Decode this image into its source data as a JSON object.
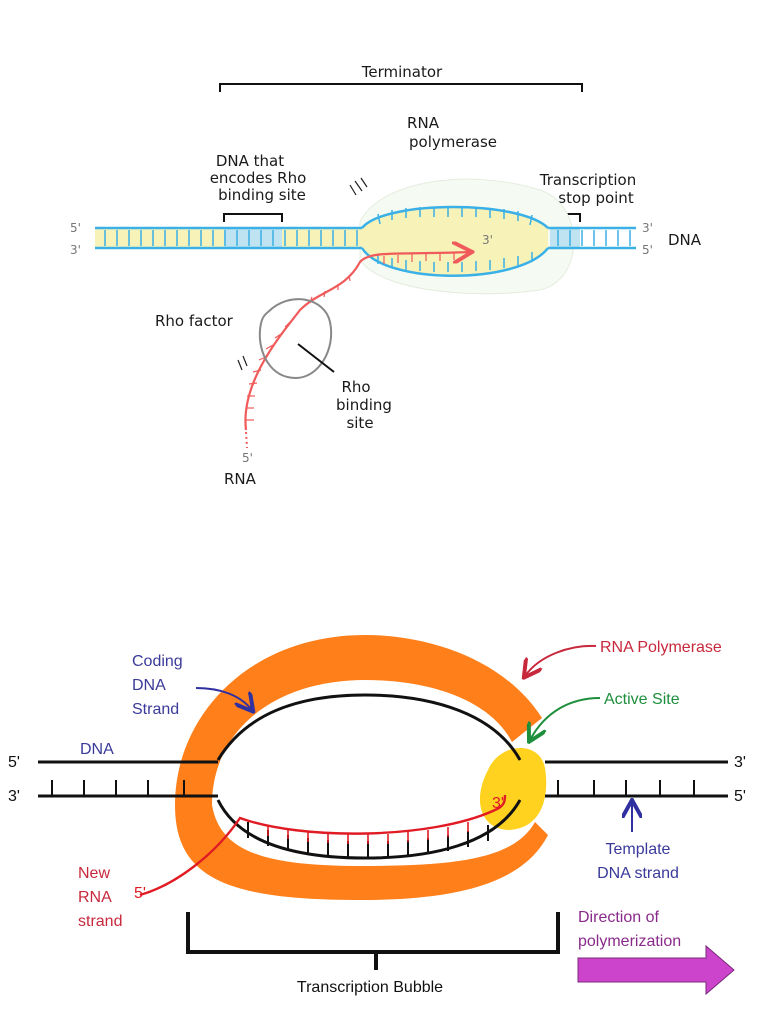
{
  "top": {
    "terminator": "Terminator",
    "rna_polymerase": [
      "RNA",
      "polymerase"
    ],
    "dna_rho_site": [
      "DNA that",
      "encodes Rho",
      "binding site"
    ],
    "stop_point": [
      "Transcription",
      "stop point"
    ],
    "dna": "DNA",
    "five_prime": "5'",
    "three_prime": "3'",
    "rho_factor": "Rho factor",
    "rho_binding_site": [
      "Rho",
      "binding",
      "site"
    ],
    "rna": "RNA"
  },
  "bottom": {
    "rna_polymerase": "RNA Polymerase",
    "active_site": "Active Site",
    "coding_strand": [
      "Coding",
      "DNA",
      "Strand"
    ],
    "dna": "DNA",
    "five_prime": "5'",
    "three_prime": "3'",
    "template_strand": [
      "Template",
      "DNA strand"
    ],
    "new_rna": [
      "New",
      "RNA",
      "strand"
    ],
    "direction": [
      "Direction of",
      "polymerization"
    ],
    "bubble": "Transcription Bubble"
  },
  "colors": {
    "dna_blue": "#3ab0e6",
    "dna_fill": "#f6f2b8",
    "rna_red": "#f05a5a",
    "polymerase_orange": "#ff7f1a",
    "active_yellow": "#ffd21f",
    "arrow_magenta": "#cc44cc",
    "label_blue": "#3a3a9a",
    "label_red": "#c8283c",
    "label_green": "#1d8f3c"
  }
}
